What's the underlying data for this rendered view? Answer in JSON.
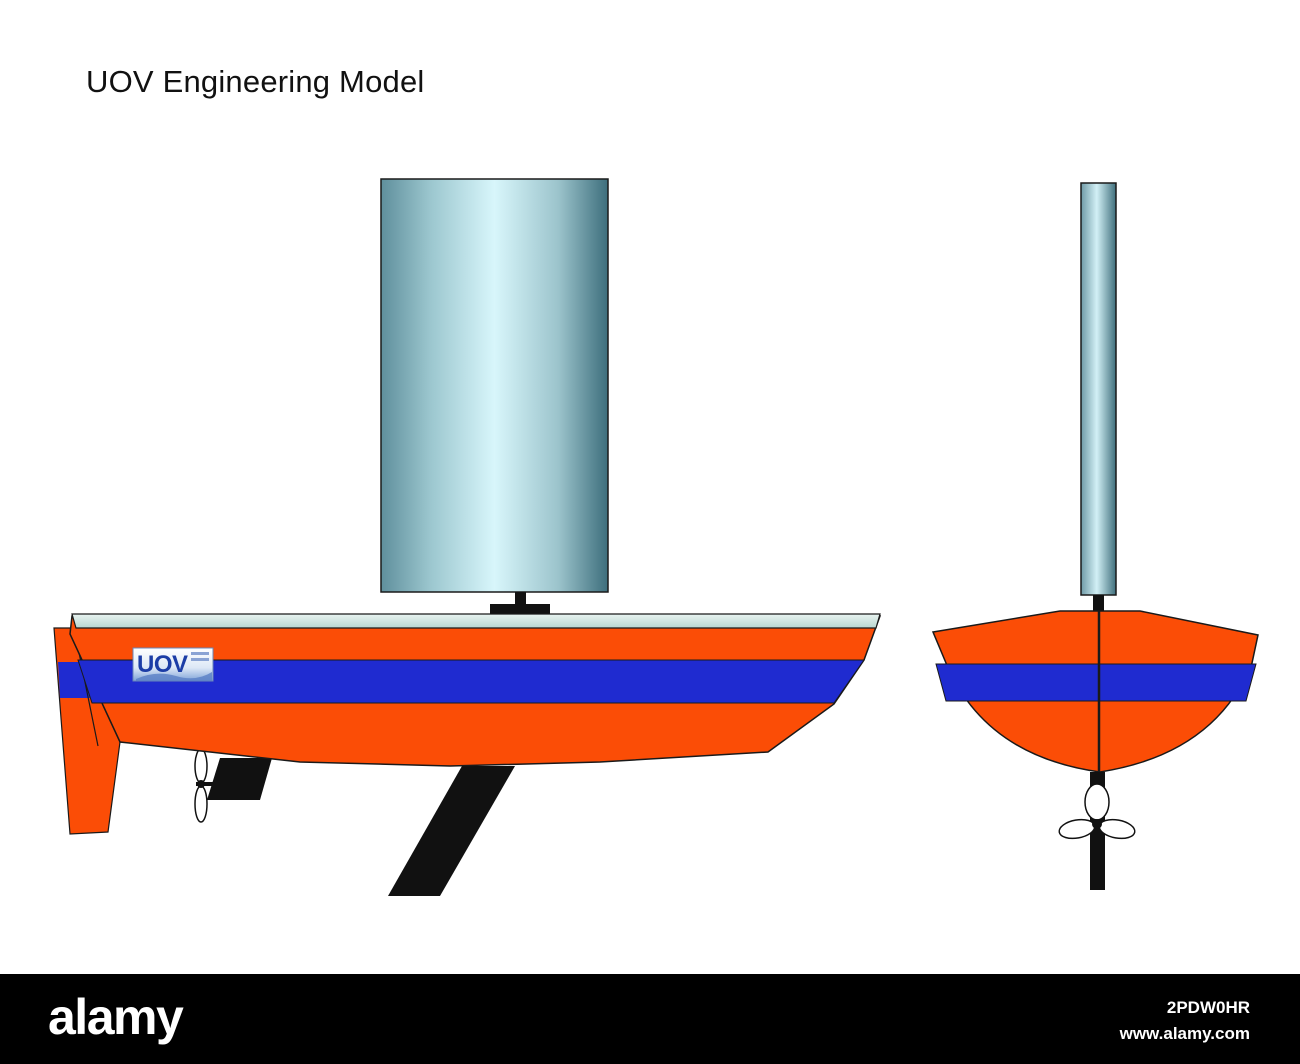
{
  "title": "UOV Engineering Model",
  "hull_badge": {
    "text": "UOV"
  },
  "footer": {
    "brand": "alamy",
    "image_id": "2PDW0HR",
    "site": "www.alamy.com"
  },
  "colors": {
    "hull_orange": "#fb4d06",
    "stripe_blue": "#1f2bd0",
    "keel_black": "#111111",
    "sail_light": "#d8f6fb",
    "sail_dark": "#3d6e7c",
    "deck": "#c9e2dc"
  }
}
